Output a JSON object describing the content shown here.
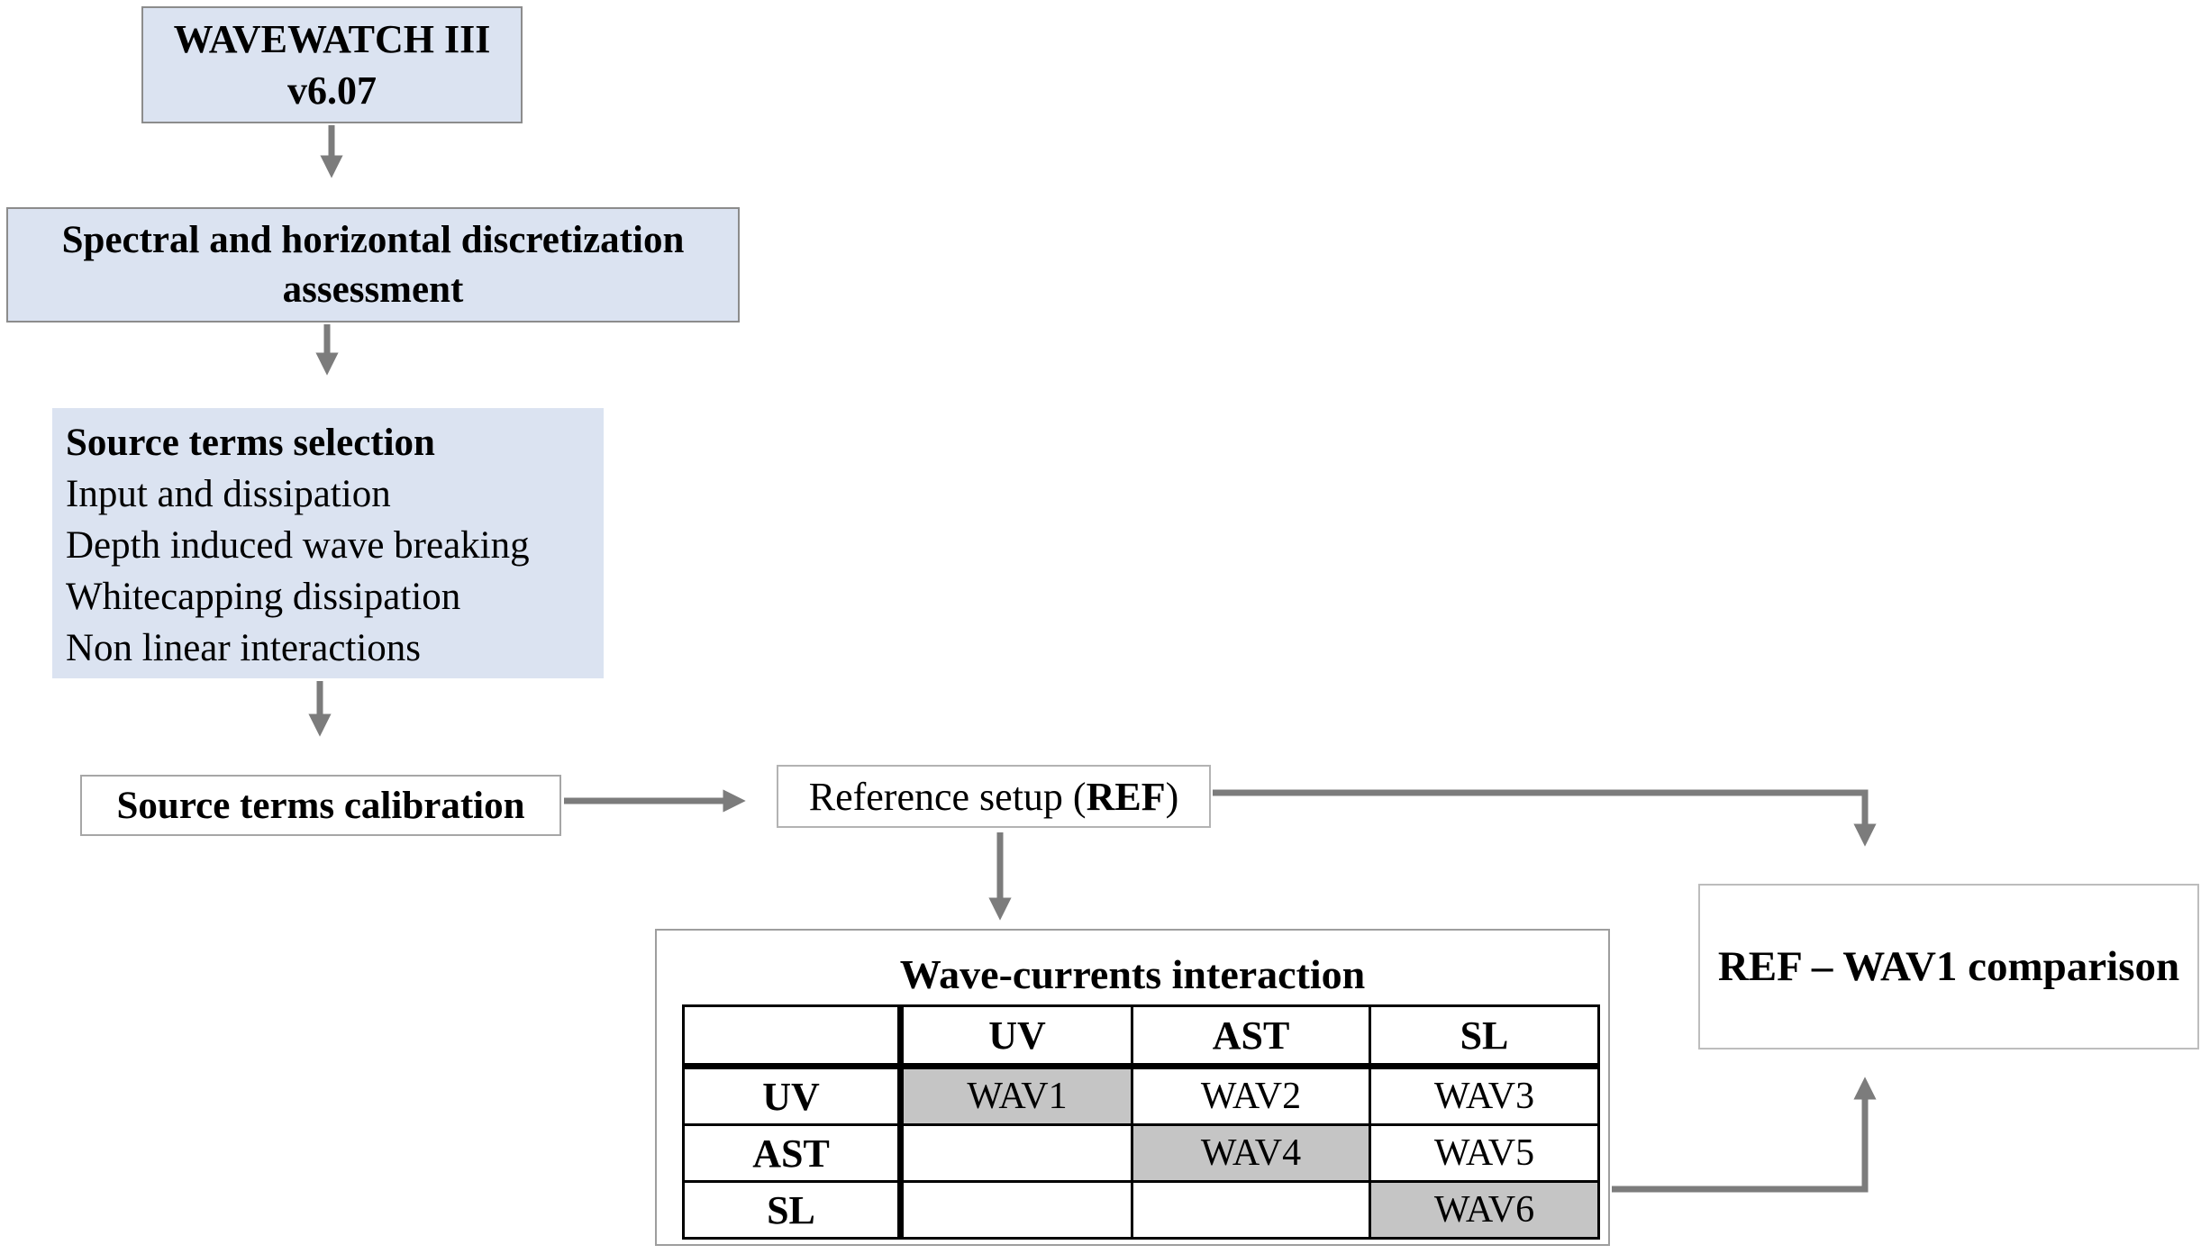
{
  "palette": {
    "process_box_fill": "#dbe3f1",
    "highlight_cell_fill": "#c5c5c5",
    "arrow_color": "#7c7c7c",
    "table_border": "#000000"
  },
  "boxes": {
    "wavewatch": {
      "line1": "WAVEWATCH III",
      "line2": "v6.07"
    },
    "discretization": {
      "line1": "Spectral and horizontal discretization",
      "line2": "assessment"
    },
    "source_selection": {
      "title": "Source terms selection",
      "items": [
        "Input and dissipation",
        "Depth induced wave breaking",
        "Whitecapping dissipation",
        "Non linear interactions"
      ]
    },
    "calibration": {
      "label": "Source terms calibration"
    },
    "reference": {
      "prefix": "Reference setup (",
      "strong": "REF",
      "suffix": ")"
    },
    "comparison": {
      "label": "REF – WAV1 comparison"
    }
  },
  "table": {
    "title": "Wave-currents interaction",
    "columns": [
      "UV",
      "AST",
      "SL"
    ],
    "rows": [
      {
        "label": "UV",
        "cells": [
          "WAV1",
          "WAV2",
          "WAV3"
        ]
      },
      {
        "label": "AST",
        "cells": [
          "",
          "WAV4",
          "WAV5"
        ]
      },
      {
        "label": "SL",
        "cells": [
          "",
          "",
          "WAV6"
        ]
      }
    ],
    "highlighted_cells": [
      "WAV1",
      "WAV4",
      "WAV6"
    ]
  }
}
